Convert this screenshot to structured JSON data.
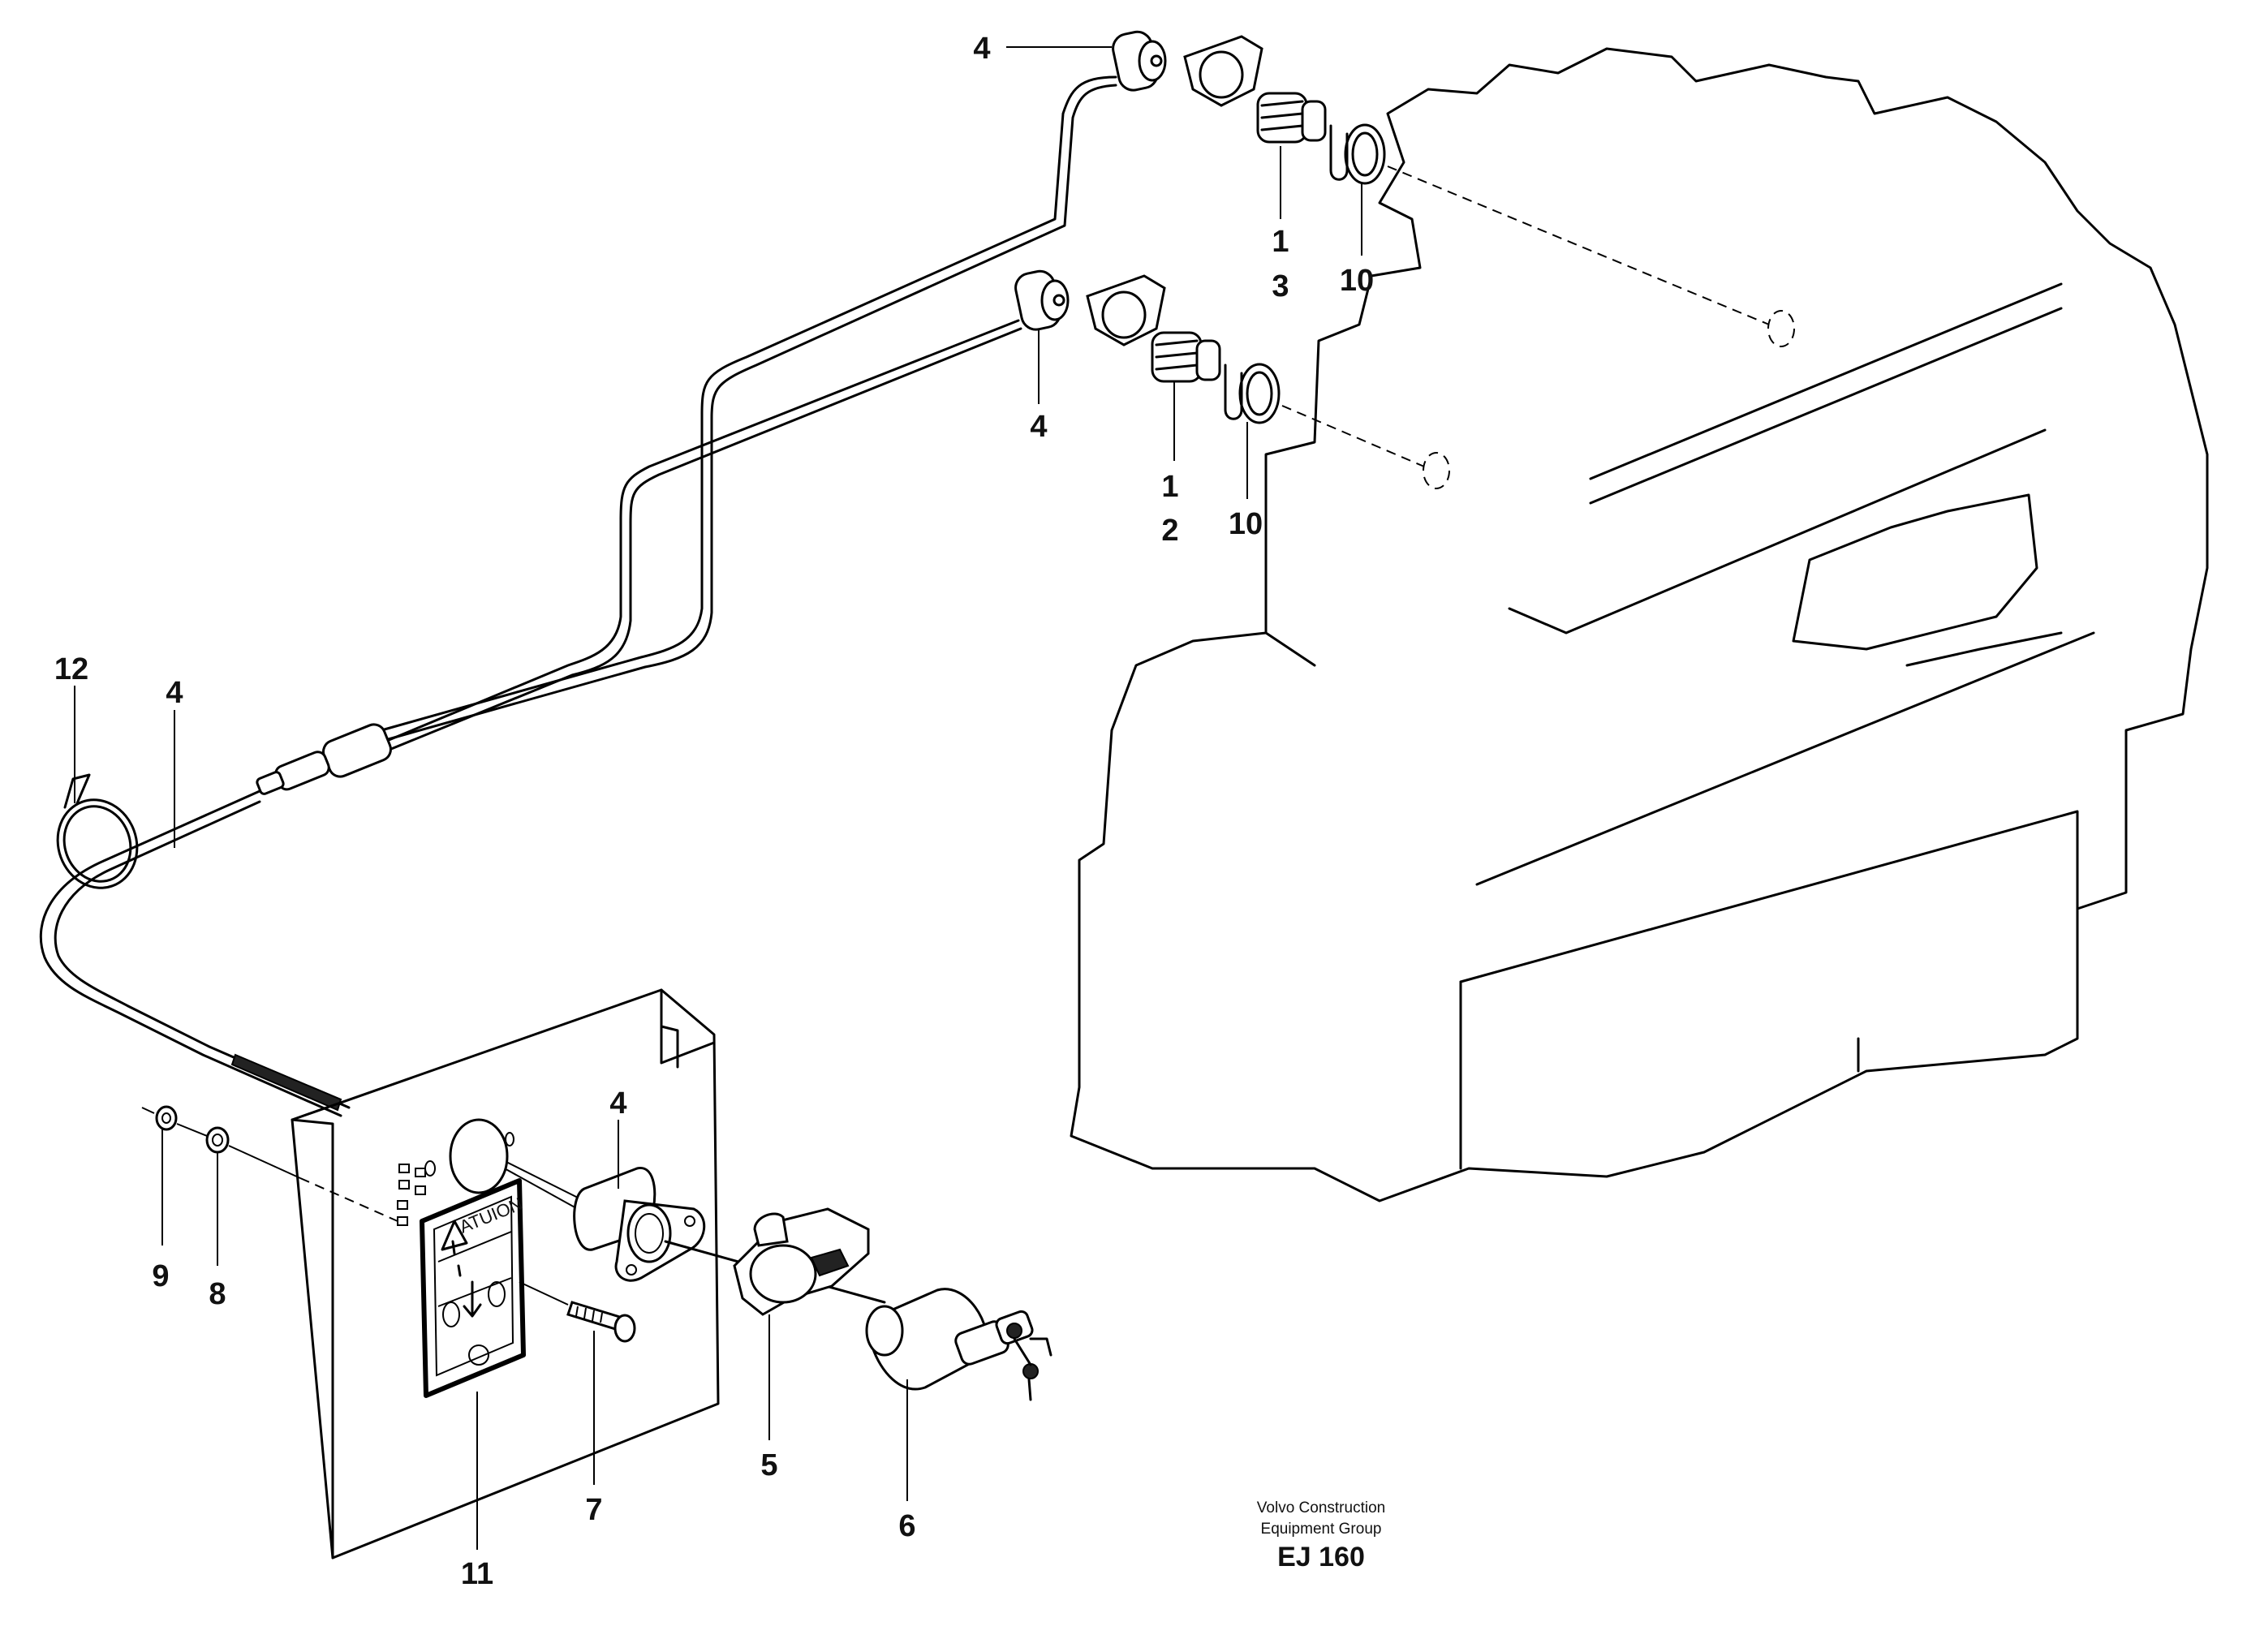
{
  "callouts": [
    {
      "id": "c4a",
      "text": "4"
    },
    {
      "id": "c1a",
      "text": "1"
    },
    {
      "id": "c3",
      "text": "3"
    },
    {
      "id": "c10a",
      "text": "10"
    },
    {
      "id": "c4b",
      "text": "4"
    },
    {
      "id": "c1b",
      "text": "1"
    },
    {
      "id": "c2",
      "text": "2"
    },
    {
      "id": "c10b",
      "text": "10"
    },
    {
      "id": "c12",
      "text": "12"
    },
    {
      "id": "c4c",
      "text": "4"
    },
    {
      "id": "c4d",
      "text": "4"
    },
    {
      "id": "c9",
      "text": "9"
    },
    {
      "id": "c8",
      "text": "8"
    },
    {
      "id": "c5",
      "text": "5"
    },
    {
      "id": "c6",
      "text": "6"
    },
    {
      "id": "c7",
      "text": "7"
    },
    {
      "id": "c11",
      "text": "11"
    }
  ],
  "warning_label_text": "ATUION",
  "footer": {
    "line1": "Volvo Construction",
    "line2": "Equipment Group",
    "code": "EJ 160"
  }
}
